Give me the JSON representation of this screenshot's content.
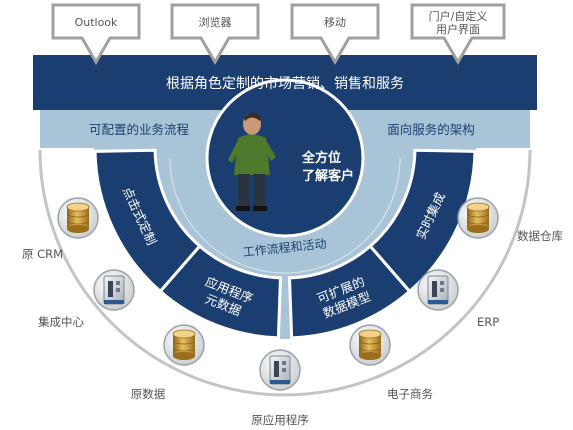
{
  "channels": [
    {
      "label": "Outlook"
    },
    {
      "label": "浏览器"
    },
    {
      "label": "移动"
    },
    {
      "label_lines": [
        "门户/自定义",
        "用户界面"
      ]
    }
  ],
  "banner": {
    "text": "根据角色定制的市场营销、销售和服务"
  },
  "middle_band": {
    "left_text": "可配置的业务流程",
    "right_text": "面向服务的架构"
  },
  "center": {
    "lines": [
      "全方位",
      "了解客户"
    ]
  },
  "inner_ring": {
    "text": "工作流程和活动"
  },
  "segments": [
    {
      "lines": [
        "点击式定制"
      ]
    },
    {
      "lines": [
        "应用程序",
        "元数据"
      ]
    },
    {
      "lines": [
        "可扩展的",
        "数据模型"
      ]
    },
    {
      "lines": [
        "实时集成"
      ]
    }
  ],
  "outer_sources": [
    {
      "label": "原 CRM",
      "icon": "database-icon"
    },
    {
      "label": "集成中心",
      "icon": "server-icon"
    },
    {
      "label": "原数据",
      "icon": "database-icon"
    },
    {
      "label": "原应用程序",
      "icon": "server-icon"
    },
    {
      "label": "电子商务",
      "icon": "database-icon"
    },
    {
      "label": "ERP",
      "icon": "server-icon"
    },
    {
      "label": "数据仓库",
      "icon": "database-icon"
    }
  ],
  "colors": {
    "dark_blue": "#1b3e70",
    "mid_blue": "#2a5a91",
    "light_blue": "#a9c4d6",
    "outline_grey": "#b0b0b0",
    "label_grey": "#555555",
    "gold": "#c9962e"
  }
}
